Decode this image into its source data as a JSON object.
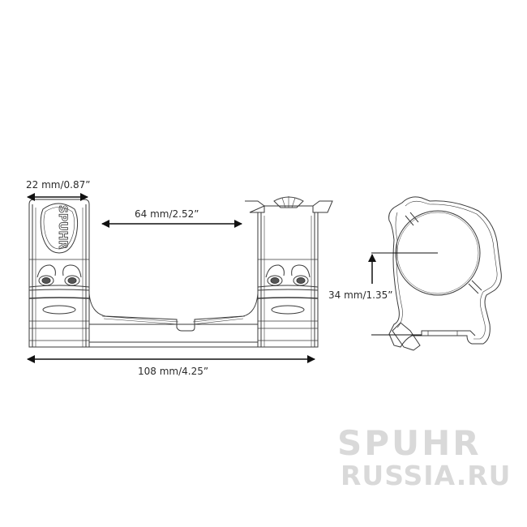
{
  "diagram": {
    "subject": "SPUHR scope mount technical drawing",
    "colors": {
      "line": "#3a3a3a",
      "arrow": "#111111",
      "label": "#2b2b2b",
      "watermark": "#d9d9d9",
      "background": "#ffffff"
    },
    "views": {
      "front_view": {
        "engraving": "SPUHR"
      },
      "side_view": {}
    },
    "dimensions": {
      "ring_width": "22 mm/0.87”",
      "ring_spacing": "64 mm/2.52”",
      "total_length": "108 mm/4.25”",
      "height": "34 mm/1.35”"
    }
  },
  "watermark": {
    "line1": "SPUHR",
    "line2": "RUSSIA.RU"
  }
}
